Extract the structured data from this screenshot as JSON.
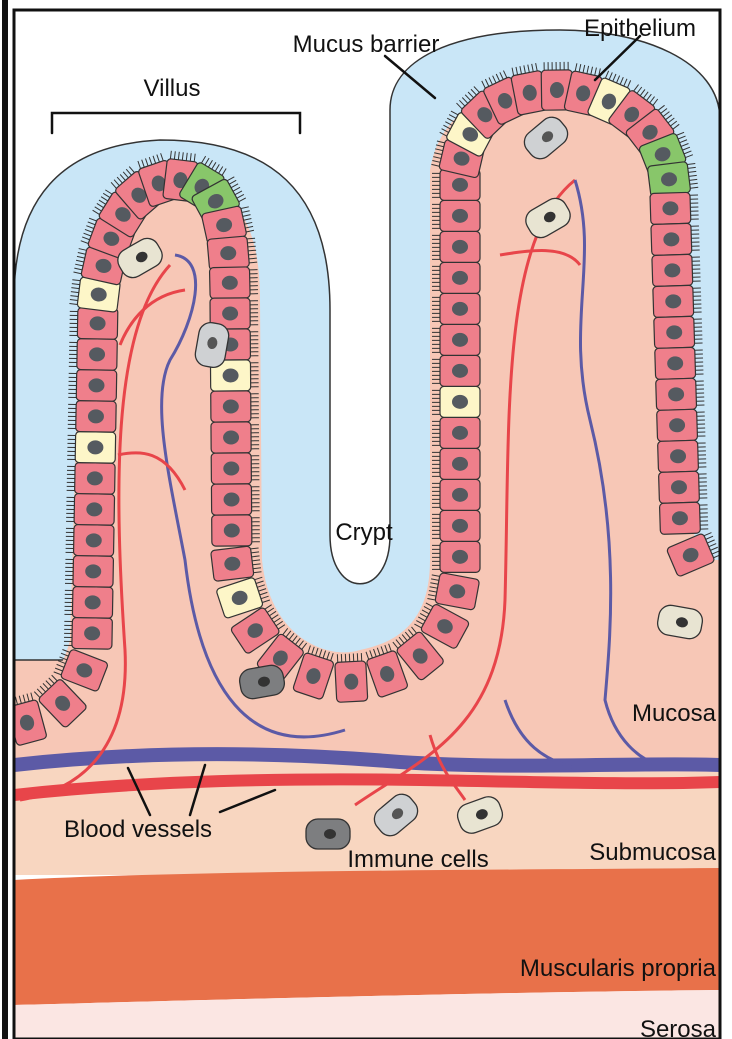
{
  "labels": {
    "villus": "Villus",
    "mucus_barrier": "Mucus barrier",
    "epithelium": "Epithelium",
    "crypt": "Crypt",
    "mucosa": "Mucosa",
    "blood_vessels": "Blood vessels",
    "immune_cells": "Immune cells",
    "submucosa": "Submucosa",
    "muscularis_propria": "Muscularis propria",
    "serosa": "Serosa"
  },
  "colors": {
    "mucus": "#c9e6f7",
    "mucosa": "#f7c7b6",
    "epithelial_cell": "#ef7f8b",
    "nucleus": "#555a60",
    "goblet_cell": "#fdf6c8",
    "stem_cell": "#88c66a",
    "submucosa": "#f8d6c0",
    "muscularis": "#e8714a",
    "serosa": "#fbe6e3",
    "artery": "#e8454a",
    "vein": "#5c5aa6",
    "immune_cell_light": "#e8e4d2",
    "immune_cell_gray": "#cfd1d3",
    "immune_cell_dark": "#7d7e80"
  },
  "icons": [
    "villus-bracket",
    "goblet-cell",
    "stem-cell",
    "immune-cell"
  ]
}
